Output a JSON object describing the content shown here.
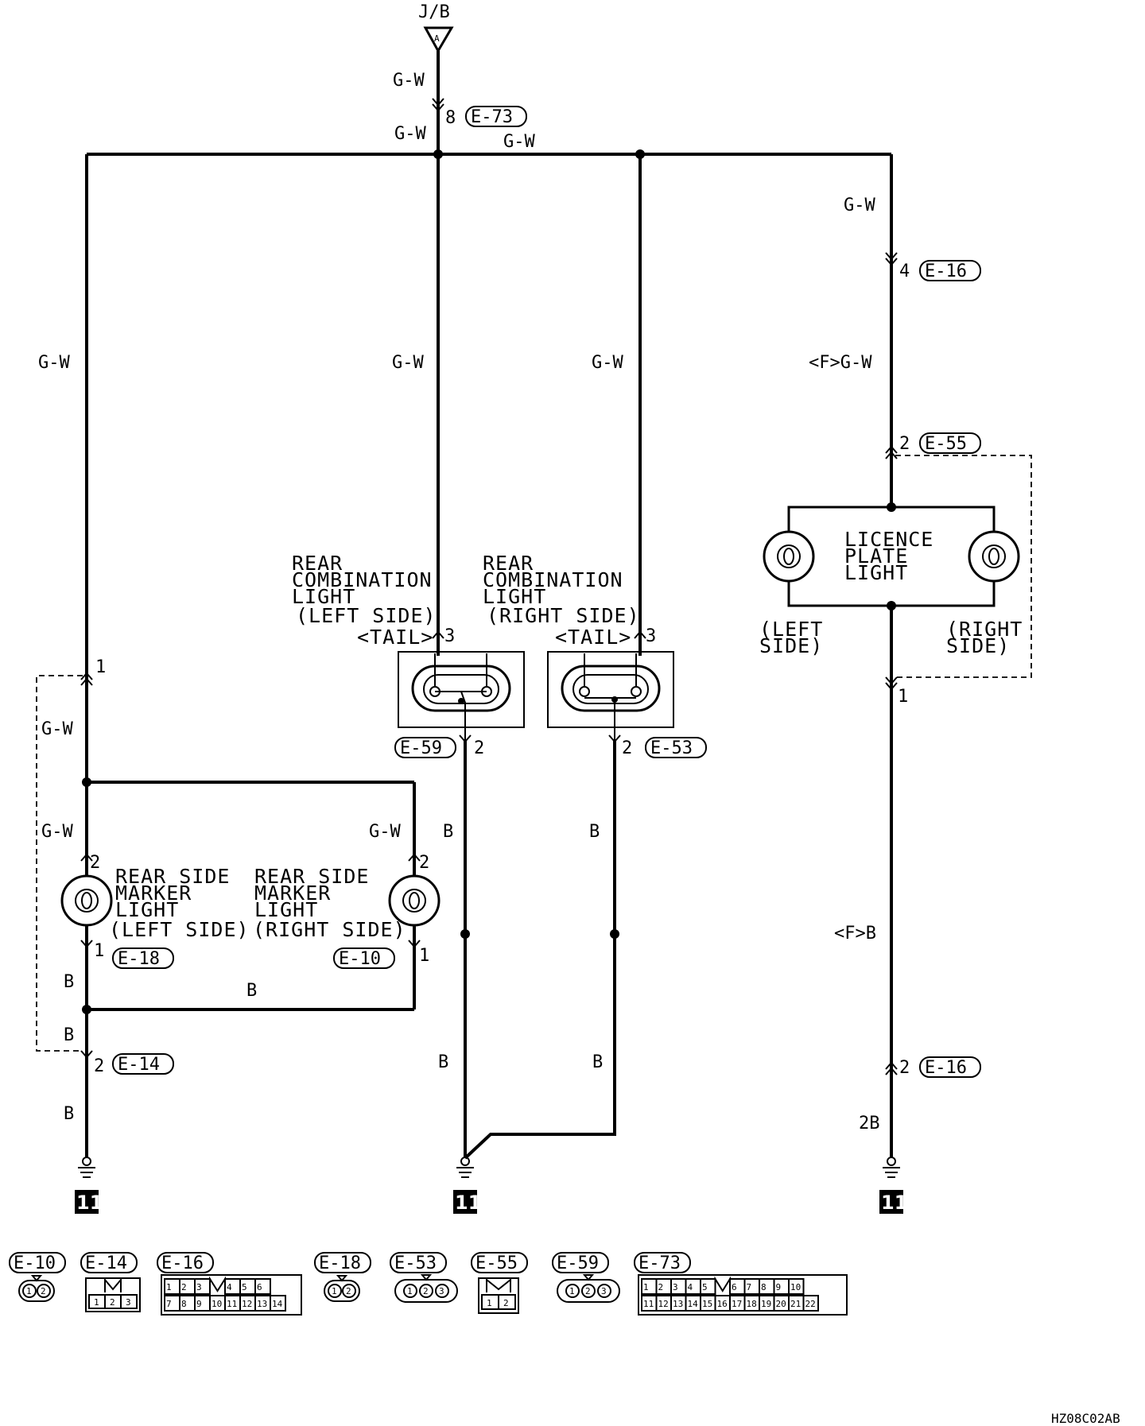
{
  "diagram": {
    "source": {
      "name": "J/B",
      "terminal": "A"
    },
    "wire_labels": {
      "gw_top": "G-W",
      "gw_e73": "G-W",
      "gw_bus": "G-W",
      "gw_right_upper": "G-W",
      "gw_left_main": "G-W",
      "gw_rcl_left": "G-W",
      "gw_rcl_right": "G-W",
      "gw_licence": "<F>G-W",
      "gw_left_mid": "G-W",
      "gw_left_low": "G-W",
      "gw_rsm_right": "G-W",
      "b_left_1": "B",
      "b_bottom_h": "B",
      "b_left_2": "B",
      "b_left_3": "B",
      "b_rcl_l_1": "B",
      "b_rcl_r_1": "B",
      "b_rcl_l_2": "B",
      "b_rcl_r_2": "B",
      "b_licence": "<F>B",
      "b_licence_2": "2B"
    },
    "connectors": {
      "e73": {
        "pin": "8",
        "id": "E-73"
      },
      "e16_top": {
        "pin": "4",
        "id": "E-16"
      },
      "e55": {
        "pin": "2",
        "id": "E-55"
      },
      "licence_out": {
        "pin": "1"
      },
      "e16_bottom": {
        "pin": "2",
        "id": "E-16"
      },
      "rcl_left_in": {
        "pin": "3"
      },
      "rcl_left_out": {
        "pin": "2",
        "id": "E-59"
      },
      "rcl_right_in": {
        "pin": "3"
      },
      "rcl_right_out": {
        "pin": "2",
        "id": "E-53"
      },
      "left_pin1": {
        "pin": "1"
      },
      "rsm_left_in": {
        "pin": "2"
      },
      "rsm_left_out": {
        "pin": "1",
        "id": "E-18"
      },
      "rsm_right_in": {
        "pin": "2"
      },
      "rsm_right_out": {
        "pin": "1",
        "id": "E-10"
      },
      "e14": {
        "pin": "2",
        "id": "E-14"
      }
    },
    "components": {
      "rcl_left": {
        "line1": "REAR",
        "line2": "COMBINATION",
        "line3": "LIGHT",
        "line4": "(LEFT SIDE)",
        "mode": "<TAIL>"
      },
      "rcl_right": {
        "line1": "REAR",
        "line2": "COMBINATION",
        "line3": "LIGHT",
        "line4": "(RIGHT SIDE)",
        "mode": "<TAIL>"
      },
      "licence": {
        "line1": "LICENCE",
        "line2": "PLATE",
        "line3": "LIGHT",
        "left_1": "(LEFT",
        "left_2": "SIDE)",
        "right_1": "(RIGHT",
        "right_2": "SIDE)"
      },
      "rsm_left": {
        "line1": "REAR SIDE",
        "line2": "MARKER",
        "line3": "LIGHT",
        "line4": "(LEFT SIDE)"
      },
      "rsm_right": {
        "line1": "REAR SIDE",
        "line2": "MARKER",
        "line3": "LIGHT",
        "line4": "(RIGHT SIDE)"
      }
    },
    "grounds": [
      "11",
      "11",
      "11"
    ],
    "connector_legend": [
      {
        "id": "E-10",
        "pins": [
          "1",
          "2"
        ]
      },
      {
        "id": "E-14",
        "pins": [
          "1",
          "2",
          "3"
        ]
      },
      {
        "id": "E-16",
        "pins": [
          "1",
          "2",
          "3",
          "4",
          "5",
          "6",
          "7",
          "8",
          "9",
          "10",
          "11",
          "12",
          "13",
          "14"
        ]
      },
      {
        "id": "E-18",
        "pins": [
          "1",
          "2"
        ]
      },
      {
        "id": "E-53",
        "pins": [
          "1",
          "2",
          "3"
        ]
      },
      {
        "id": "E-55",
        "pins": [
          "1",
          "2"
        ]
      },
      {
        "id": "E-59",
        "pins": [
          "1",
          "2",
          "3"
        ]
      },
      {
        "id": "E-73",
        "pins": [
          "1",
          "2",
          "3",
          "4",
          "5",
          "6",
          "7",
          "8",
          "9",
          "10",
          "11",
          "12",
          "13",
          "14",
          "15",
          "16",
          "17",
          "18",
          "19",
          "20",
          "21",
          "22"
        ]
      }
    ],
    "figure_code": "HZ08C02AB"
  }
}
